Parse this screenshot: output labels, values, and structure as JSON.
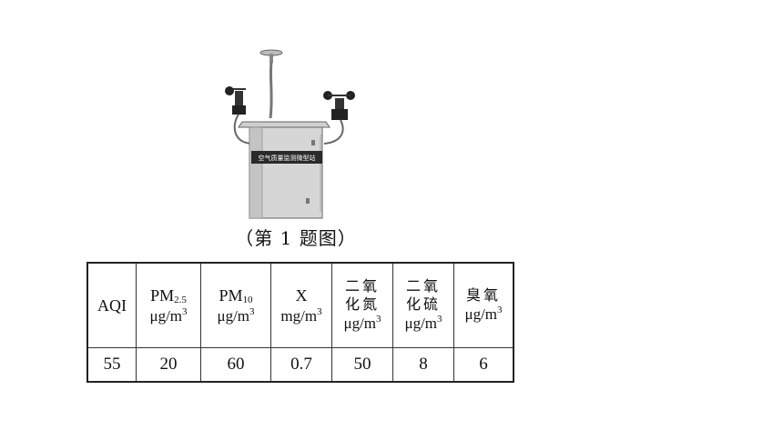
{
  "figure": {
    "label": "空气质量监测微型站",
    "caption": "（第 1 题图）"
  },
  "table": {
    "headers": [
      {
        "name": "AQI",
        "unit": ""
      },
      {
        "name": "PM",
        "sub": "2.5",
        "unit": "μg/m",
        "sup": "3"
      },
      {
        "name": "PM",
        "sub": "10",
        "unit": "μg/m",
        "sup": "3"
      },
      {
        "name": "X",
        "unit": "mg/m",
        "sup": "3"
      },
      {
        "name_line1": "二氧",
        "name_line2": "化氮",
        "unit": "μg/m",
        "sup": "3"
      },
      {
        "name_line1": "二氧",
        "name_line2": "化硫",
        "unit": "μg/m",
        "sup": "3"
      },
      {
        "name_line1": "臭氧",
        "unit": "μg/m",
        "sup": "3"
      }
    ],
    "values": [
      "55",
      "20",
      "60",
      "0.7",
      "50",
      "8",
      "6"
    ]
  }
}
